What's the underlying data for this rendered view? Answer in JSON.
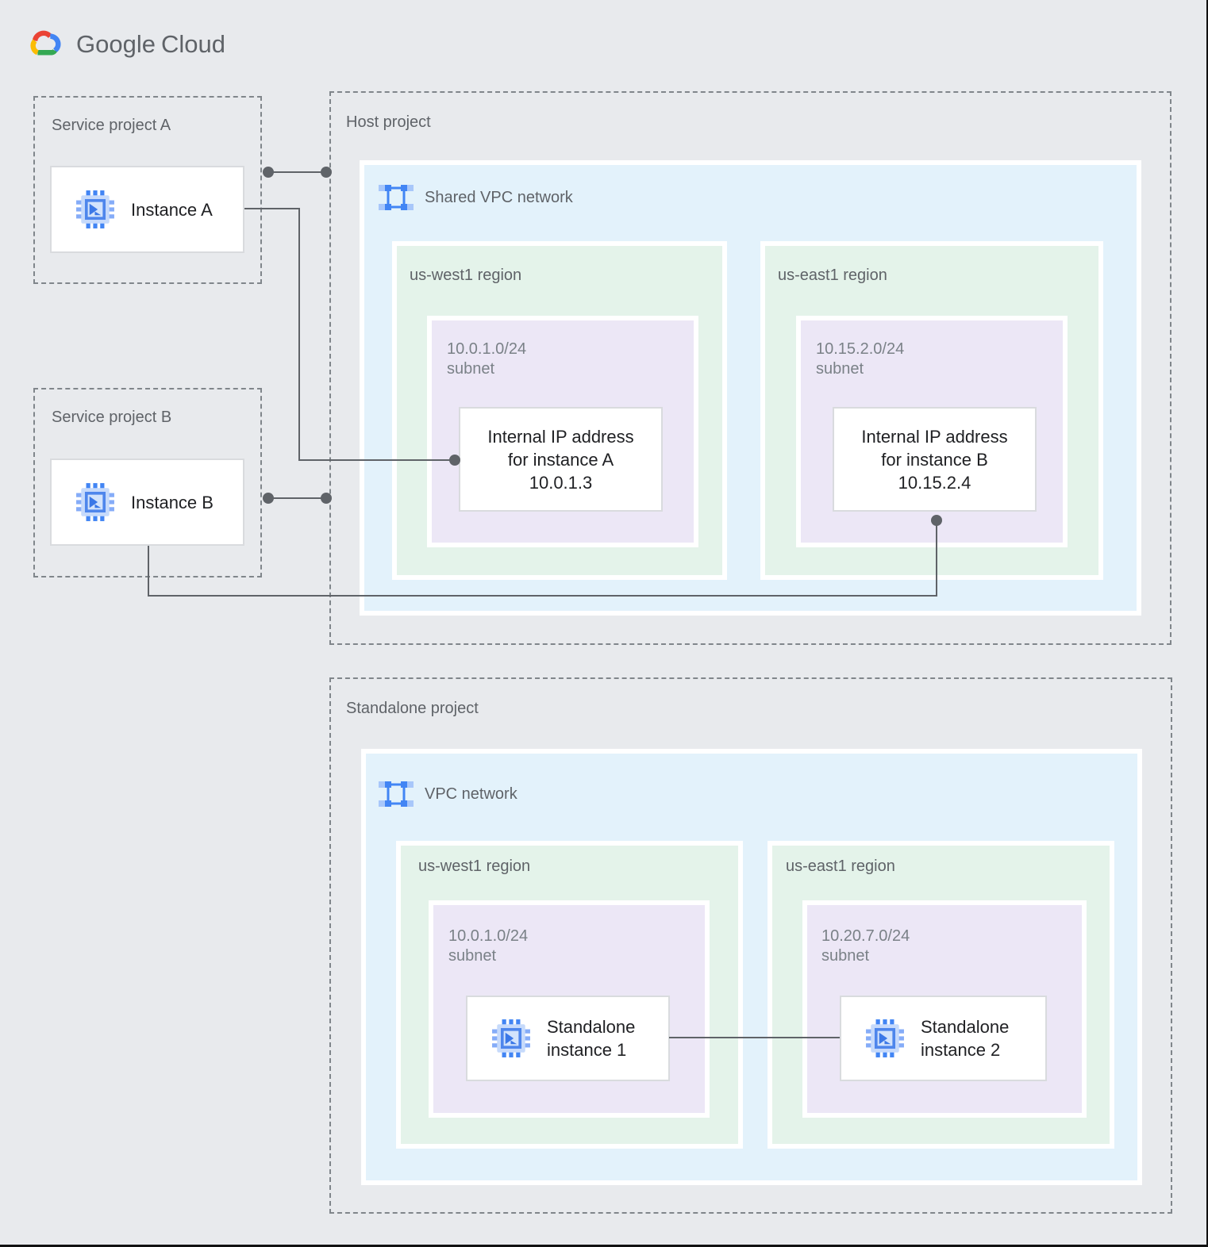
{
  "logo": {
    "google": "Google",
    "cloud": "Cloud"
  },
  "service_project_a": {
    "title": "Service project A",
    "instance": "Instance A"
  },
  "service_project_b": {
    "title": "Service project B",
    "instance": "Instance B"
  },
  "host_project": {
    "title": "Host project",
    "network": "Shared VPC network",
    "regions": [
      {
        "name": "us-west1 region",
        "cidr": "10.0.1.0/24",
        "subnet_word": "subnet",
        "card": [
          "Internal IP address",
          "for instance A",
          "10.0.1.3"
        ]
      },
      {
        "name": "us-east1 region",
        "cidr": "10.15.2.0/24",
        "subnet_word": "subnet",
        "card": [
          "Internal IP address",
          "for instance B",
          "10.15.2.4"
        ]
      }
    ]
  },
  "standalone_project": {
    "title": "Standalone project",
    "network": "VPC network",
    "regions": [
      {
        "name": "us-west1 region",
        "cidr": "10.0.1.0/24",
        "subnet_word": "subnet",
        "card": [
          "Standalone",
          "instance 1"
        ]
      },
      {
        "name": "us-east1 region",
        "cidr": "10.20.7.0/24",
        "subnet_word": "subnet",
        "card": [
          "Standalone",
          "instance 2"
        ]
      }
    ]
  },
  "icons": {
    "logo_icon": "google-cloud-icon",
    "network_icon": "vpc-network-icon",
    "instance_icon": "compute-instance-icon"
  },
  "colors": {
    "background": "#E8EAED",
    "vpc_blue_fill": "#E3F2FB",
    "region_green_fill": "#E4F3EA",
    "subnet_purple_fill": "#ECE7F6",
    "connector_gray": "#5F6368",
    "dashed_border_gray": "#80868B",
    "label_gray": "#5F6368",
    "text_dark": "#202124",
    "google_blue": "#4285F4",
    "google_red": "#EA4335",
    "google_yellow": "#FBBC04",
    "google_green": "#34A853"
  }
}
